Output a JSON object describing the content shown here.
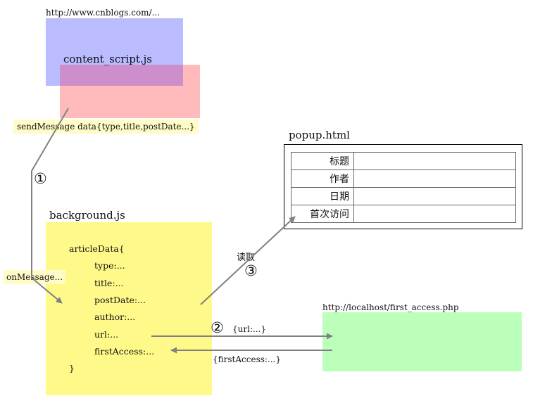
{
  "content_script": {
    "url": "http://www.cnblogs.com/...",
    "file": "content_script.js",
    "send_label": "sendMessage data{type,title,postDate...}"
  },
  "background": {
    "file": "background.js",
    "on_message_label": "onMessage...",
    "code_lines": [
      "articleData{",
      "type:...",
      "title:...",
      "postDate:...",
      "author:...",
      "url:...",
      "firstAccess:...",
      "}"
    ]
  },
  "popup": {
    "file": "popup.html",
    "rows": [
      "标题",
      "作者",
      "日期",
      "首次访问"
    ]
  },
  "server": {
    "url": "http://localhost/first_access.php"
  },
  "steps": {
    "step1": "①",
    "step2": "②",
    "step3": "③",
    "read_label": "读取",
    "request_label": "{url:...}",
    "response_label": "{firstAccess:...}"
  },
  "colors": {
    "blue_box": "#bbbbff",
    "pink_box": "#ffbbbb",
    "overlap": "#cc8fcc",
    "yellow_box": "#fff98a",
    "green_box": "#bbffbb",
    "tag_bg": "#fffcc8",
    "arrow": "#808080"
  }
}
